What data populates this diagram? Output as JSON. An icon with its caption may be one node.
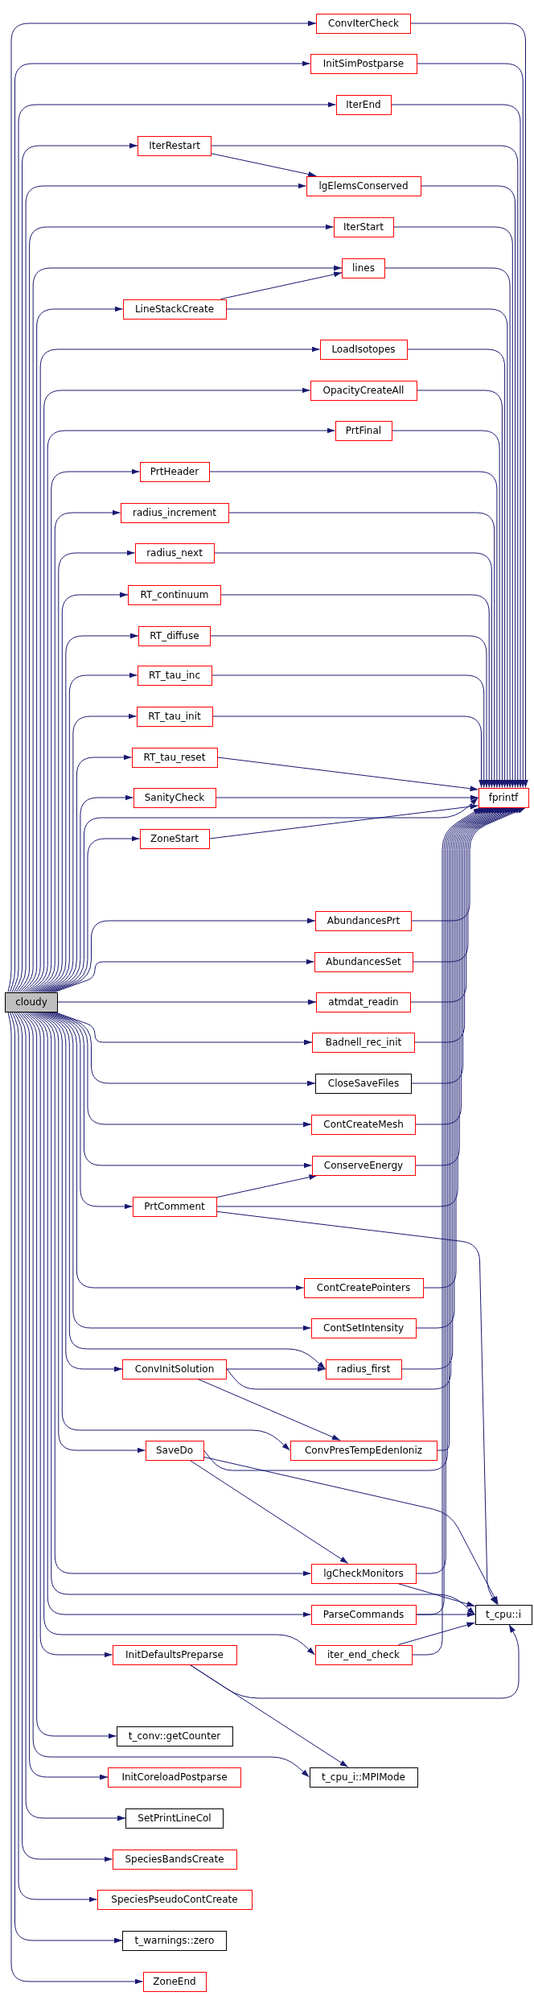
{
  "diagram": {
    "nodes": [
      {
        "text": [
          "ConvIterCheck"
        ]
      },
      {
        "text": [
          "InitSimPostparse"
        ]
      },
      {
        "text": [
          "IterEnd"
        ]
      },
      {
        "text": [
          "IterRestart"
        ]
      },
      {
        "text": [
          "lgElemsConserved"
        ]
      },
      {
        "text": [
          "IterStart"
        ]
      },
      {
        "text": [
          "lines"
        ]
      },
      {
        "text": [
          "LineStackCreate"
        ]
      },
      {
        "text": [
          "LoadIsotopes"
        ]
      },
      {
        "text": [
          "OpacityCreateAll"
        ]
      },
      {
        "text": [
          "PrtFinal"
        ]
      },
      {
        "text": [
          "PrtHeader"
        ]
      },
      {
        "text": [
          "radius_increment"
        ]
      },
      {
        "text": [
          "radius_next"
        ]
      },
      {
        "text": [
          "RT_continuum"
        ]
      },
      {
        "text": [
          "RT_diffuse"
        ]
      },
      {
        "text": [
          "RT_tau_inc"
        ]
      },
      {
        "text": [
          "RT_tau_init"
        ]
      },
      {
        "text": [
          "RT_tau_reset"
        ]
      },
      {
        "text": [
          "SanityCheck"
        ]
      },
      {
        "text": [
          "fprintf"
        ]
      },
      {
        "text": [
          "ZoneStart"
        ]
      },
      {
        "text": [
          "AbundancesPrt"
        ]
      },
      {
        "text": [
          "AbundancesSet"
        ]
      },
      {
        "text": [
          "cloudy"
        ]
      },
      {
        "text": [
          "atmdat_readin"
        ]
      },
      {
        "text": [
          "Badnell_rec_init"
        ]
      },
      {
        "text": [
          "CloseSaveFiles"
        ]
      },
      {
        "text": [
          "ContCreateMesh"
        ]
      },
      {
        "text": [
          "ConserveEnergy"
        ]
      },
      {
        "text": [
          "PrtComment"
        ]
      },
      {
        "text": [
          "ContCreatePointers"
        ]
      },
      {
        "text": [
          "ContSetIntensity"
        ]
      },
      {
        "text": [
          "ConvInitSolution"
        ]
      },
      {
        "text": [
          "radius_first"
        ]
      },
      {
        "text": [
          "SaveDo"
        ]
      },
      {
        "text": [
          "ConvPresTempEdenIoniz"
        ]
      },
      {
        "text": [
          "lgCheckMonitors"
        ]
      },
      {
        "text": [
          "ParseCommands"
        ]
      },
      {
        "text": [
          "t_cpu::i"
        ]
      },
      {
        "text": [
          "InitDefaultsPreparse"
        ]
      },
      {
        "text": [
          "iter_end_check"
        ]
      },
      {
        "text": [
          "t_conv::getCounter"
        ]
      },
      {
        "text": [
          "InitCoreloadPostparse"
        ]
      },
      {
        "text": [
          "t_cpu_i::MPIMode"
        ]
      },
      {
        "text": [
          "SetPrintLineCol"
        ]
      },
      {
        "text": [
          "SpeciesBandsCreate"
        ]
      },
      {
        "text": [
          "SpeciesPseudoContCreate"
        ]
      },
      {
        "text": [
          "t_warnings::zero"
        ]
      },
      {
        "text": [
          "ZoneEnd"
        ]
      }
    ],
    "edges": [
      {
        "from": 24,
        "to": 0,
        "arrow": "to"
      },
      {
        "from": 24,
        "to": 1,
        "arrow": "to"
      },
      {
        "from": 24,
        "to": 2,
        "arrow": "to"
      },
      {
        "from": 24,
        "to": 3,
        "arrow": "to"
      },
      {
        "from": 24,
        "to": 4,
        "arrow": "to"
      },
      {
        "from": 24,
        "to": 5,
        "arrow": "to"
      },
      {
        "from": 24,
        "to": 6,
        "arrow": "to"
      },
      {
        "from": 24,
        "to": 7,
        "arrow": "to"
      },
      {
        "from": 24,
        "to": 8,
        "arrow": "to"
      },
      {
        "from": 24,
        "to": 9,
        "arrow": "to"
      },
      {
        "from": 24,
        "to": 10,
        "arrow": "to"
      },
      {
        "from": 24,
        "to": 11,
        "arrow": "to"
      },
      {
        "from": 24,
        "to": 12,
        "arrow": "to"
      },
      {
        "from": 24,
        "to": 13,
        "arrow": "to"
      },
      {
        "from": 24,
        "to": 14,
        "arrow": "to"
      },
      {
        "from": 24,
        "to": 15,
        "arrow": "to"
      },
      {
        "from": 24,
        "to": 16,
        "arrow": "to"
      },
      {
        "from": 24,
        "to": 17,
        "arrow": "to"
      },
      {
        "from": 24,
        "to": 18,
        "arrow": "to"
      },
      {
        "from": 24,
        "to": 19,
        "arrow": "to"
      },
      {
        "from": 24,
        "to": 20,
        "arrow": "to"
      },
      {
        "from": 24,
        "to": 21,
        "arrow": "to"
      },
      {
        "from": 24,
        "to": 22,
        "arrow": "to"
      },
      {
        "from": 24,
        "to": 23,
        "arrow": "to"
      },
      {
        "from": 24,
        "to": 25,
        "arrow": "to"
      },
      {
        "from": 24,
        "to": 26,
        "arrow": "to"
      },
      {
        "from": 24,
        "to": 27,
        "arrow": "to"
      },
      {
        "from": 24,
        "to": 28,
        "arrow": "to"
      },
      {
        "from": 24,
        "to": 29,
        "arrow": "to"
      },
      {
        "from": 24,
        "to": 30,
        "arrow": "to"
      },
      {
        "from": 24,
        "to": 31,
        "arrow": "to"
      },
      {
        "from": 24,
        "to": 32,
        "arrow": "to"
      },
      {
        "from": 24,
        "to": 33,
        "arrow": "to"
      },
      {
        "from": 24,
        "to": 34,
        "arrow": "to"
      },
      {
        "from": 24,
        "to": 35,
        "arrow": "to"
      },
      {
        "from": 24,
        "to": 36,
        "arrow": "to"
      },
      {
        "from": 24,
        "to": 37,
        "arrow": "to"
      },
      {
        "from": 24,
        "to": 38,
        "arrow": "to"
      },
      {
        "from": 24,
        "to": 39,
        "arrow": "to"
      },
      {
        "from": 24,
        "to": 40,
        "arrow": "to"
      },
      {
        "from": 24,
        "to": 41,
        "arrow": "to"
      },
      {
        "from": 24,
        "to": 42,
        "arrow": "to"
      },
      {
        "from": 24,
        "to": 43,
        "arrow": "to"
      },
      {
        "from": 24,
        "to": 44,
        "arrow": "to"
      },
      {
        "from": 24,
        "to": 45,
        "arrow": "to"
      },
      {
        "from": 24,
        "to": 46,
        "arrow": "to"
      },
      {
        "from": 24,
        "to": 47,
        "arrow": "to"
      },
      {
        "from": 24,
        "to": 48,
        "arrow": "to"
      },
      {
        "from": 24,
        "to": 49,
        "arrow": "to"
      },
      {
        "from": 0,
        "to": 20,
        "arrow": "to"
      },
      {
        "from": 1,
        "to": 20,
        "arrow": "to"
      },
      {
        "from": 2,
        "to": 20,
        "arrow": "to"
      },
      {
        "from": 3,
        "to": 20,
        "arrow": "to"
      },
      {
        "from": 4,
        "to": 20,
        "arrow": "to"
      },
      {
        "from": 5,
        "to": 20,
        "arrow": "to"
      },
      {
        "from": 6,
        "to": 20,
        "arrow": "to"
      },
      {
        "from": 7,
        "to": 20,
        "arrow": "to"
      },
      {
        "from": 8,
        "to": 20,
        "arrow": "to"
      },
      {
        "from": 9,
        "to": 20,
        "arrow": "to"
      },
      {
        "from": 10,
        "to": 20,
        "arrow": "to"
      },
      {
        "from": 11,
        "to": 20,
        "arrow": "to"
      },
      {
        "from": 12,
        "to": 20,
        "arrow": "to"
      },
      {
        "from": 13,
        "to": 20,
        "arrow": "to"
      },
      {
        "from": 14,
        "to": 20,
        "arrow": "to"
      },
      {
        "from": 15,
        "to": 20,
        "arrow": "to"
      },
      {
        "from": 16,
        "to": 20,
        "arrow": "to"
      },
      {
        "from": 17,
        "to": 20,
        "arrow": "to"
      },
      {
        "from": 18,
        "to": 20,
        "arrow": "to"
      },
      {
        "from": 19,
        "to": 20,
        "arrow": "to"
      },
      {
        "from": 21,
        "to": 20,
        "arrow": "to"
      },
      {
        "from": 22,
        "to": 20,
        "arrow": "to"
      },
      {
        "from": 23,
        "to": 20,
        "arrow": "to"
      },
      {
        "from": 25,
        "to": 20,
        "arrow": "to"
      },
      {
        "from": 26,
        "to": 20,
        "arrow": "to"
      },
      {
        "from": 27,
        "to": 20,
        "arrow": "to"
      },
      {
        "from": 28,
        "to": 20,
        "arrow": "to"
      },
      {
        "from": 29,
        "to": 20,
        "arrow": "to"
      },
      {
        "from": 30,
        "to": 20,
        "arrow": "to"
      },
      {
        "from": 31,
        "to": 20,
        "arrow": "to"
      },
      {
        "from": 32,
        "to": 20,
        "arrow": "to"
      },
      {
        "from": 33,
        "to": 20,
        "arrow": "to"
      },
      {
        "from": 34,
        "to": 20,
        "arrow": "to"
      },
      {
        "from": 35,
        "to": 20,
        "arrow": "to"
      },
      {
        "from": 36,
        "to": 20,
        "arrow": "to"
      },
      {
        "from": 37,
        "to": 20,
        "arrow": "to"
      },
      {
        "from": 38,
        "to": 20,
        "arrow": "to"
      },
      {
        "from": 41,
        "to": 20,
        "arrow": "to"
      },
      {
        "from": 3,
        "to": 4,
        "arrow": "to"
      },
      {
        "from": 7,
        "to": 6,
        "arrow": "to"
      },
      {
        "from": 30,
        "to": 29,
        "arrow": "to"
      },
      {
        "from": 30,
        "to": 39,
        "arrow": "to"
      },
      {
        "from": 33,
        "to": 34,
        "arrow": "to"
      },
      {
        "from": 33,
        "to": 36,
        "arrow": "to"
      },
      {
        "from": 35,
        "to": 37,
        "arrow": "to"
      },
      {
        "from": 35,
        "to": 39,
        "arrow": "to"
      },
      {
        "from": 37,
        "to": 39,
        "arrow": "to"
      },
      {
        "from": 38,
        "to": 39,
        "arrow": "to"
      },
      {
        "from": 40,
        "to": 39,
        "arrow": "to"
      },
      {
        "from": 40,
        "to": 44,
        "arrow": "to"
      },
      {
        "from": 41,
        "to": 39,
        "arrow": "to"
      }
    ]
  }
}
